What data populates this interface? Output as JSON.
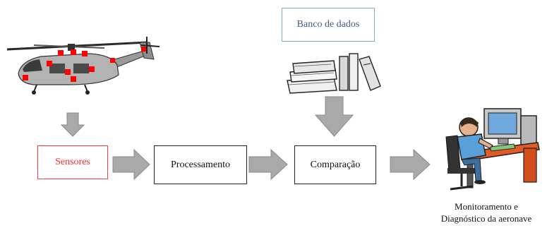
{
  "diagram": {
    "nodes": {
      "sensores": {
        "label": "Sensores"
      },
      "processamento": {
        "label": "Processamento"
      },
      "comparacao": {
        "label": "Comparação"
      },
      "banco": {
        "label": "Banco de dados"
      },
      "monitor": {
        "line1": "Monitoramento e",
        "line2": "Diagnóstico da aeronave"
      }
    },
    "colors": {
      "sensores_border": "#ff3b3b",
      "sensores_text": "#ff2b2b",
      "banco_border": "#7fa9cf",
      "banco_text": "#3d5f85",
      "arrow_fill": "#a9a9a9",
      "arrow_stroke": "#8a8a8a",
      "sensor_marker": "#ff0000"
    },
    "icons": [
      "helicopter-icon",
      "books-icon",
      "operator-at-computer-icon"
    ]
  }
}
